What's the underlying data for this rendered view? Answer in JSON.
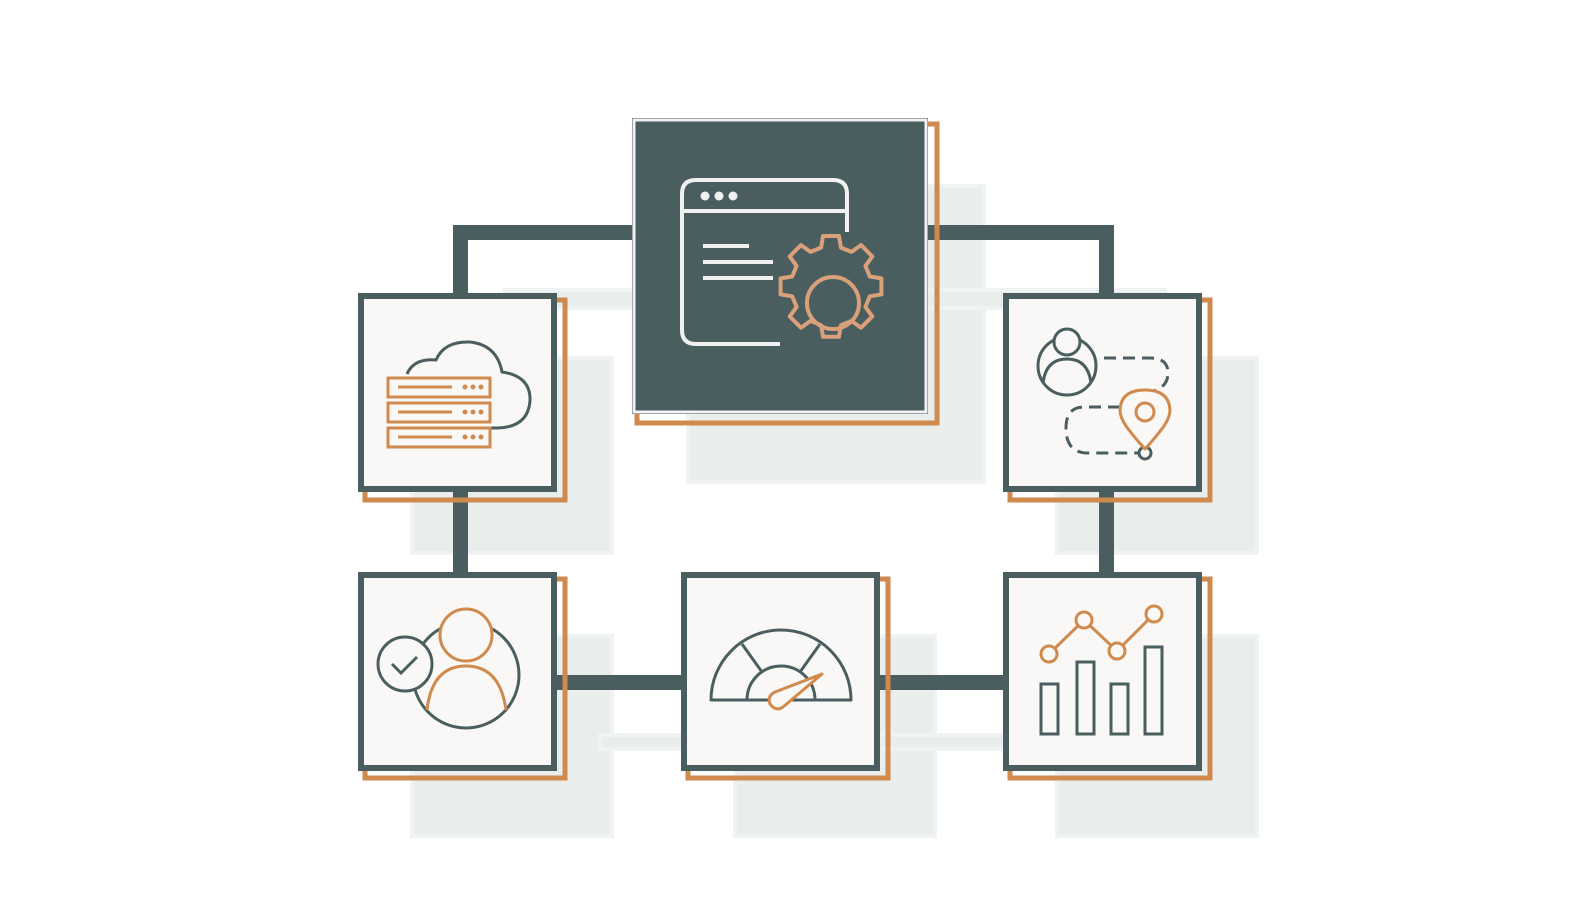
{
  "diagram": {
    "center_node": {
      "icon": "app-settings-icon"
    },
    "nodes": [
      {
        "id": "cloud-server",
        "icon": "cloud-server-icon"
      },
      {
        "id": "user-journey",
        "icon": "user-journey-icon"
      },
      {
        "id": "verified-user",
        "icon": "verified-user-icon"
      },
      {
        "id": "performance",
        "icon": "speedometer-icon"
      },
      {
        "id": "analytics",
        "icon": "analytics-chart-icon"
      }
    ]
  },
  "colors": {
    "dark": "#4a5e60",
    "accent": "#d08a4e",
    "card": "#f9f8f6",
    "shadow": "#e5ebe9",
    "light": "#ffffff"
  }
}
